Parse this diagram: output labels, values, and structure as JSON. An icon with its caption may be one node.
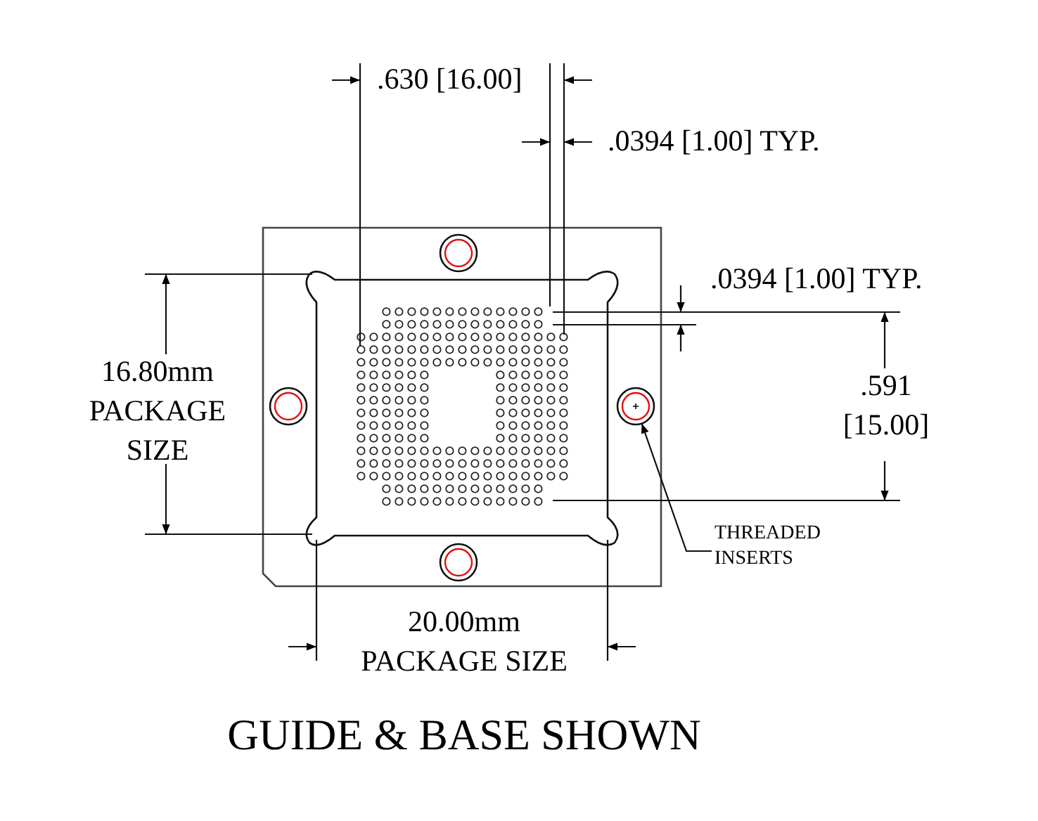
{
  "diagram": {
    "caption": "GUIDE & BASE SHOWN",
    "nodes": [
      {
        "text": [
          "THREADED INSERTS"
        ]
      },
      {
        "text": [],
        "shape": "circle"
      },
      {
        "text": [],
        "shape": "circle"
      },
      {
        "text": [],
        "shape": "circle"
      },
      {
        "text": [],
        "shape": "circle"
      }
    ],
    "edges": [
      {
        "from": 0,
        "to": 3,
        "arrow": "to"
      }
    ],
    "labels": [
      ".630 [16.00]",
      ".0394 [1.00] TYP.",
      ".0394 [1.00] TYP.",
      "16.80mm PACKAGE SIZE",
      ".591 [15.00]",
      "20.00mm PACKAGE SIZE"
    ]
  }
}
